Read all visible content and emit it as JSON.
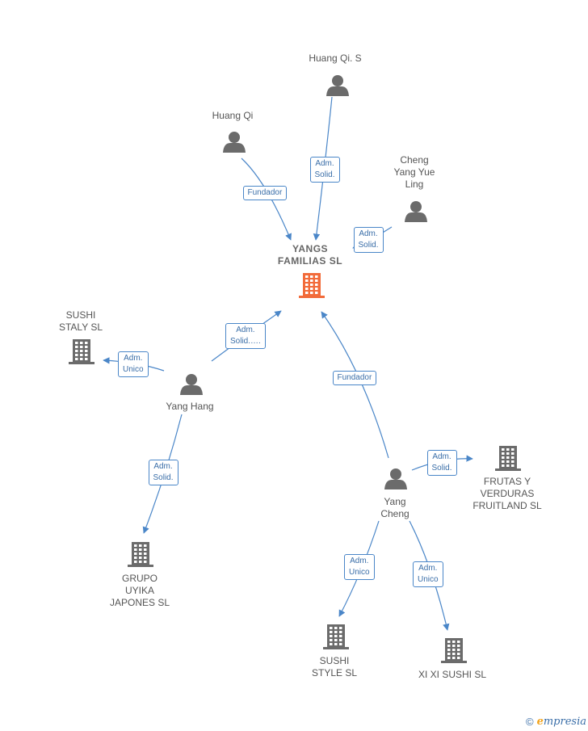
{
  "colors": {
    "edge": "#4a86c8",
    "person": "#6b6b6b",
    "company": "#6b6b6b",
    "focus_company": "#f26b3a"
  },
  "nodes": [
    {
      "id": "huang_qi_s",
      "type": "person",
      "label": "Huang Qi.  S"
    },
    {
      "id": "huang_qi",
      "type": "person",
      "label": "Huang Qi"
    },
    {
      "id": "cheng_yang_yue_ling",
      "type": "person",
      "label": "Cheng\nYang Yue\nLing"
    },
    {
      "id": "yangs_familias",
      "type": "focus-company",
      "label": "YANGS\nFAMILIAS  SL"
    },
    {
      "id": "sushi_staly",
      "type": "company",
      "label": "SUSHI\nSTALY  SL"
    },
    {
      "id": "yang_hang",
      "type": "person",
      "label": "Yang Hang"
    },
    {
      "id": "yang_cheng",
      "type": "person",
      "label": "Yang\nCheng"
    },
    {
      "id": "frutas_verduras",
      "type": "company",
      "label": "FRUTAS Y\nVERDURAS\nFRUITLAND  SL"
    },
    {
      "id": "grupo_uyika",
      "type": "company",
      "label": "GRUPO\nUYIKA\nJAPONES  SL"
    },
    {
      "id": "sushi_style",
      "type": "company",
      "label": "SUSHI\nSTYLE  SL"
    },
    {
      "id": "xi_xi_sushi",
      "type": "company",
      "label": "XI XI SUSHI SL"
    }
  ],
  "edges": [
    {
      "from": "huang_qi_s",
      "to": "yangs_familias",
      "label": "Adm.\nSolid."
    },
    {
      "from": "huang_qi",
      "to": "yangs_familias",
      "label": "Fundador"
    },
    {
      "from": "cheng_yang_yue_ling",
      "to": "yangs_familias",
      "label": "Adm.\nSolid."
    },
    {
      "from": "yang_hang",
      "to": "yangs_familias",
      "label": "Adm.\nSolid.…."
    },
    {
      "from": "yang_hang",
      "to": "sushi_staly",
      "label": "Adm.\nUnico"
    },
    {
      "from": "yang_hang",
      "to": "grupo_uyika",
      "label": "Adm.\nSolid."
    },
    {
      "from": "yang_cheng",
      "to": "yangs_familias",
      "label": "Fundador"
    },
    {
      "from": "yang_cheng",
      "to": "frutas_verduras",
      "label": "Adm.\nSolid."
    },
    {
      "from": "yang_cheng",
      "to": "sushi_style",
      "label": "Adm.\nUnico"
    },
    {
      "from": "yang_cheng",
      "to": "xi_xi_sushi",
      "label": "Adm.\nUnico"
    }
  ],
  "footer": {
    "copyright": "©",
    "brand_initial": "e",
    "brand_rest": "mpresia"
  }
}
